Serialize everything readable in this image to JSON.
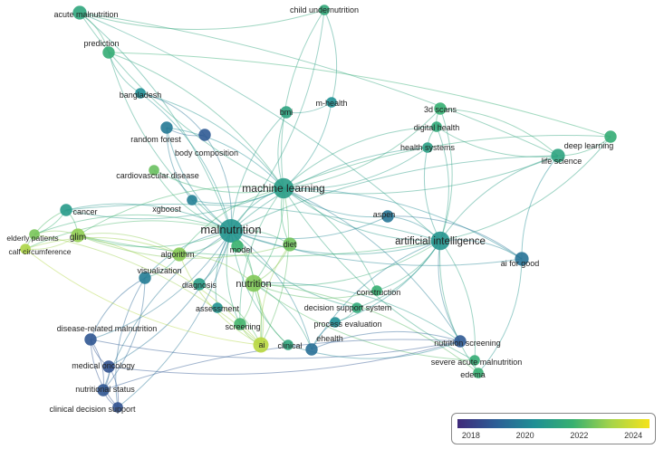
{
  "network": {
    "nodes": [
      {
        "id": "malnutrition",
        "label": "malnutrition",
        "year": 2020.6,
        "weight": 10
      },
      {
        "id": "machine_learning",
        "label": "machine learning",
        "year": 2020.9,
        "weight": 8
      },
      {
        "id": "artificial_intelligence",
        "label": "artificial intelligence",
        "year": 2020.6,
        "weight": 7
      },
      {
        "id": "nutrition",
        "label": "nutrition",
        "year": 2022.7,
        "weight": 6
      },
      {
        "id": "acute_malnutrition",
        "label": "acute malnutrition",
        "year": 2021.3,
        "weight": 4
      },
      {
        "id": "prediction",
        "label": "prediction",
        "year": 2021.6,
        "weight": 3
      },
      {
        "id": "child_undernutrition",
        "label": "child undernutrition",
        "year": 2021.4,
        "weight": 2
      },
      {
        "id": "bangladesh",
        "label": "bangladesh",
        "year": 2020.3,
        "weight": 2
      },
      {
        "id": "m_health",
        "label": "m-health",
        "year": 2020.4,
        "weight": 2
      },
      {
        "id": "bmi",
        "label": "bmi",
        "year": 2021.2,
        "weight": 3
      },
      {
        "id": "3d_scans",
        "label": "3d scans",
        "year": 2021.7,
        "weight": 3
      },
      {
        "id": "digital_health",
        "label": "digital health",
        "year": 2021.4,
        "weight": 2
      },
      {
        "id": "health_systems",
        "label": "health systems",
        "year": 2021.0,
        "weight": 2
      },
      {
        "id": "random_forest",
        "label": "random forest",
        "year": 2019.7,
        "weight": 3
      },
      {
        "id": "body_composition",
        "label": "body composition",
        "year": 2018.8,
        "weight": 3
      },
      {
        "id": "cardiovascular_disease",
        "label": "cardiovascular disease",
        "year": 2022.4,
        "weight": 2
      },
      {
        "id": "deep_learning",
        "label": "deep learning",
        "year": 2021.6,
        "weight": 3
      },
      {
        "id": "life_science",
        "label": "life science",
        "year": 2021.2,
        "weight": 4
      },
      {
        "id": "cancer",
        "label": "cancer",
        "year": 2020.8,
        "weight": 3
      },
      {
        "id": "xgboost",
        "label": "xgboost",
        "year": 2019.9,
        "weight": 2
      },
      {
        "id": "aspen",
        "label": "aspen",
        "year": 2019.6,
        "weight": 3
      },
      {
        "id": "elderly_patients",
        "label": "elderly patients",
        "year": 2022.6,
        "weight": 2
      },
      {
        "id": "glim",
        "label": "glim",
        "year": 2022.9,
        "weight": 4
      },
      {
        "id": "calf_circumference",
        "label": "calf circumference",
        "year": 2023.3,
        "weight": 2
      },
      {
        "id": "algorithm",
        "label": "algorithm",
        "year": 2022.8,
        "weight": 4
      },
      {
        "id": "model",
        "label": "model",
        "year": 2021.8,
        "weight": 3
      },
      {
        "id": "diet",
        "label": "diet",
        "year": 2022.5,
        "weight": 4
      },
      {
        "id": "ai_for_good",
        "label": "ai for good",
        "year": 2019.5,
        "weight": 4
      },
      {
        "id": "visualization",
        "label": "visualization",
        "year": 2019.8,
        "weight": 3
      },
      {
        "id": "diagnosis",
        "label": "diagnosis",
        "year": 2020.9,
        "weight": 3
      },
      {
        "id": "construction",
        "label": "construction",
        "year": 2021.7,
        "weight": 2
      },
      {
        "id": "assessment",
        "label": "assessment",
        "year": 2020.5,
        "weight": 2
      },
      {
        "id": "decision_support_system",
        "label": "decision support system",
        "year": 2021.4,
        "weight": 2
      },
      {
        "id": "disease_related_malnutrition",
        "label": "disease-related malnutrition",
        "year": 2018.7,
        "weight": 3
      },
      {
        "id": "process_evaluation",
        "label": "process evaluation",
        "year": 2020.3,
        "weight": 2
      },
      {
        "id": "screening",
        "label": "screening",
        "year": 2021.9,
        "weight": 3
      },
      {
        "id": "ai",
        "label": "ai",
        "year": 2023.5,
        "weight": 5
      },
      {
        "id": "clinical",
        "label": "clinical",
        "year": 2021.3,
        "weight": 2
      },
      {
        "id": "ehealth",
        "label": "ehealth",
        "year": 2019.4,
        "weight": 3
      },
      {
        "id": "nutrition_screening",
        "label": "nutrition screening",
        "year": 2018.8,
        "weight": 3
      },
      {
        "id": "medical_oncology",
        "label": "medical oncology",
        "year": 2018.6,
        "weight": 3
      },
      {
        "id": "severe_acute_malnutrition",
        "label": "severe acute malnutrition",
        "year": 2021.6,
        "weight": 2
      },
      {
        "id": "edema",
        "label": "edema",
        "year": 2021.7,
        "weight": 2
      },
      {
        "id": "nutritional_status",
        "label": "nutritional status",
        "year": 2018.7,
        "weight": 3
      },
      {
        "id": "clinical_decision_support",
        "label": "clinical decision support",
        "year": 2018.6,
        "weight": 2
      }
    ],
    "links": [
      [
        "malnutrition",
        "machine_learning"
      ],
      [
        "malnutrition",
        "artificial_intelligence"
      ],
      [
        "malnutrition",
        "nutrition"
      ],
      [
        "malnutrition",
        "acute_malnutrition"
      ],
      [
        "malnutrition",
        "prediction"
      ],
      [
        "malnutrition",
        "bangladesh"
      ],
      [
        "malnutrition",
        "random_forest"
      ],
      [
        "malnutrition",
        "body_composition"
      ],
      [
        "malnutrition",
        "cardiovascular_disease"
      ],
      [
        "malnutrition",
        "cancer"
      ],
      [
        "malnutrition",
        "xgboost"
      ],
      [
        "malnutrition",
        "elderly_patients"
      ],
      [
        "malnutrition",
        "glim"
      ],
      [
        "malnutrition",
        "calf_circumference"
      ],
      [
        "malnutrition",
        "algorithm"
      ],
      [
        "malnutrition",
        "model"
      ],
      [
        "malnutrition",
        "diet"
      ],
      [
        "malnutrition",
        "visualization"
      ],
      [
        "malnutrition",
        "diagnosis"
      ],
      [
        "malnutrition",
        "assessment"
      ],
      [
        "malnutrition",
        "disease_related_malnutrition"
      ],
      [
        "malnutrition",
        "screening"
      ],
      [
        "malnutrition",
        "ai"
      ],
      [
        "malnutrition",
        "clinical"
      ],
      [
        "malnutrition",
        "medical_oncology"
      ],
      [
        "malnutrition",
        "nutritional_status"
      ],
      [
        "malnutrition",
        "clinical_decision_support"
      ],
      [
        "malnutrition",
        "aspen"
      ],
      [
        "malnutrition",
        "bmi"
      ],
      [
        "malnutrition",
        "child_undernutrition"
      ],
      [
        "malnutrition",
        "life_science"
      ],
      [
        "malnutrition",
        "ai_for_good"
      ],
      [
        "malnutrition",
        "health_systems"
      ],
      [
        "malnutrition",
        "decision_support_system"
      ],
      [
        "malnutrition",
        "ehealth"
      ],
      [
        "machine_learning",
        "artificial_intelligence"
      ],
      [
        "machine_learning",
        "child_undernutrition"
      ],
      [
        "machine_learning",
        "m_health"
      ],
      [
        "machine_learning",
        "bmi"
      ],
      [
        "machine_learning",
        "3d_scans"
      ],
      [
        "machine_learning",
        "digital_health"
      ],
      [
        "machine_learning",
        "health_systems"
      ],
      [
        "machine_learning",
        "deep_learning"
      ],
      [
        "machine_learning",
        "life_science"
      ],
      [
        "machine_learning",
        "acute_malnutrition"
      ],
      [
        "machine_learning",
        "prediction"
      ],
      [
        "machine_learning",
        "cancer"
      ],
      [
        "machine_learning",
        "glim"
      ],
      [
        "machine_learning",
        "nutrition"
      ],
      [
        "machine_learning",
        "diet"
      ],
      [
        "machine_learning",
        "ai_for_good"
      ],
      [
        "machine_learning",
        "aspen"
      ],
      [
        "machine_learning",
        "construction"
      ],
      [
        "machine_learning",
        "screening"
      ],
      [
        "machine_learning",
        "ai"
      ],
      [
        "machine_learning",
        "random_forest"
      ],
      [
        "machine_learning",
        "xgboost"
      ],
      [
        "machine_learning",
        "algorithm"
      ],
      [
        "machine_learning",
        "nutrition_screening"
      ],
      [
        "machine_learning",
        "severe_acute_malnutrition"
      ],
      [
        "machine_learning",
        "cardiovascular_disease"
      ],
      [
        "machine_learning",
        "bangladesh"
      ],
      [
        "artificial_intelligence",
        "life_science"
      ],
      [
        "artificial_intelligence",
        "deep_learning"
      ],
      [
        "artificial_intelligence",
        "ai_for_good"
      ],
      [
        "artificial_intelligence",
        "aspen"
      ],
      [
        "artificial_intelligence",
        "construction"
      ],
      [
        "artificial_intelligence",
        "digital_health"
      ],
      [
        "artificial_intelligence",
        "health_systems"
      ],
      [
        "artificial_intelligence",
        "3d_scans"
      ],
      [
        "artificial_intelligence",
        "nutrition"
      ],
      [
        "artificial_intelligence",
        "ehealth"
      ],
      [
        "artificial_intelligence",
        "decision_support_system"
      ],
      [
        "artificial_intelligence",
        "nutrition_screening"
      ],
      [
        "artificial_intelligence",
        "severe_acute_malnutrition"
      ],
      [
        "artificial_intelligence",
        "edema"
      ],
      [
        "artificial_intelligence",
        "process_evaluation"
      ],
      [
        "artificial_intelligence",
        "cancer"
      ],
      [
        "artificial_intelligence",
        "glim"
      ],
      [
        "artificial_intelligence",
        "acute_malnutrition"
      ],
      [
        "nutrition",
        "ai"
      ],
      [
        "nutrition",
        "diet"
      ],
      [
        "nutrition",
        "screening"
      ],
      [
        "nutrition",
        "algorithm"
      ],
      [
        "nutrition",
        "nutrition_screening"
      ],
      [
        "nutrition",
        "clinical"
      ],
      [
        "nutrition",
        "ehealth"
      ],
      [
        "nutrition",
        "construction"
      ],
      [
        "nutrition",
        "edema"
      ],
      [
        "nutrition",
        "severe_acute_malnutrition"
      ],
      [
        "acute_malnutrition",
        "prediction"
      ],
      [
        "acute_malnutrition",
        "child_undernutrition"
      ],
      [
        "acute_malnutrition",
        "life_science"
      ],
      [
        "prediction",
        "bangladesh"
      ],
      [
        "prediction",
        "deep_learning"
      ],
      [
        "3d_scans",
        "digital_health"
      ],
      [
        "deep_learning",
        "life_science"
      ],
      [
        "life_science",
        "3d_scans"
      ],
      [
        "life_science",
        "digital_health"
      ],
      [
        "life_science",
        "ai_for_good"
      ],
      [
        "health_systems",
        "digital_health"
      ],
      [
        "glim",
        "elderly_patients"
      ],
      [
        "glim",
        "calf_circumference"
      ],
      [
        "glim",
        "cancer"
      ],
      [
        "glim",
        "algorithm"
      ],
      [
        "disease_related_malnutrition",
        "medical_oncology"
      ],
      [
        "disease_related_malnutrition",
        "nutritional_status"
      ],
      [
        "disease_related_malnutrition",
        "clinical_decision_support"
      ],
      [
        "disease_related_malnutrition",
        "visualization"
      ],
      [
        "disease_related_malnutrition",
        "nutrition_screening"
      ],
      [
        "medical_oncology",
        "nutritional_status"
      ],
      [
        "nutritional_status",
        "clinical_decision_support"
      ],
      [
        "medical_oncology",
        "clinical_decision_support"
      ],
      [
        "nutrition_screening",
        "ehealth"
      ],
      [
        "nutrition_screening",
        "clinical"
      ],
      [
        "nutrition_screening",
        "nutritional_status"
      ],
      [
        "nutrition_screening",
        "medical_oncology"
      ],
      [
        "severe_acute_malnutrition",
        "edema"
      ],
      [
        "ai",
        "algorithm"
      ],
      [
        "ai",
        "glim"
      ],
      [
        "ai",
        "screening"
      ],
      [
        "ai",
        "diagnosis"
      ],
      [
        "ai",
        "calf_circumference"
      ],
      [
        "ai",
        "elderly_patients"
      ],
      [
        "algorithm",
        "visualization"
      ],
      [
        "algorithm",
        "calf_circumference"
      ],
      [
        "body_composition",
        "random_forest"
      ],
      [
        "body_composition",
        "bangladesh"
      ],
      [
        "xgboost",
        "random_forest"
      ],
      [
        "ai_for_good",
        "aspen"
      ],
      [
        "ai_for_good",
        "edema"
      ],
      [
        "process_evaluation",
        "decision_support_system"
      ],
      [
        "ehealth",
        "process_evaluation"
      ],
      [
        "bmi",
        "m_health"
      ],
      [
        "child_undernutrition",
        "m_health"
      ],
      [
        "nutritional_status",
        "visualization"
      ],
      [
        "clinical_decision_support",
        "visualization"
      ],
      [
        "diet",
        "ai"
      ],
      [
        "diet",
        "glim"
      ],
      [
        "cancer",
        "calf_circumference"
      ],
      [
        "cancer",
        "elderly_patients"
      ]
    ]
  },
  "legend": {
    "ticks": [
      "2018",
      "2020",
      "2022",
      "2024"
    ],
    "tick_values": [
      2018,
      2020,
      2022,
      2024
    ],
    "range": [
      2017.5,
      2024.6
    ],
    "colors": [
      "#3f2a7a",
      "#2d5e96",
      "#1f8f95",
      "#37b070",
      "#a6d44a",
      "#f5e31a"
    ]
  }
}
